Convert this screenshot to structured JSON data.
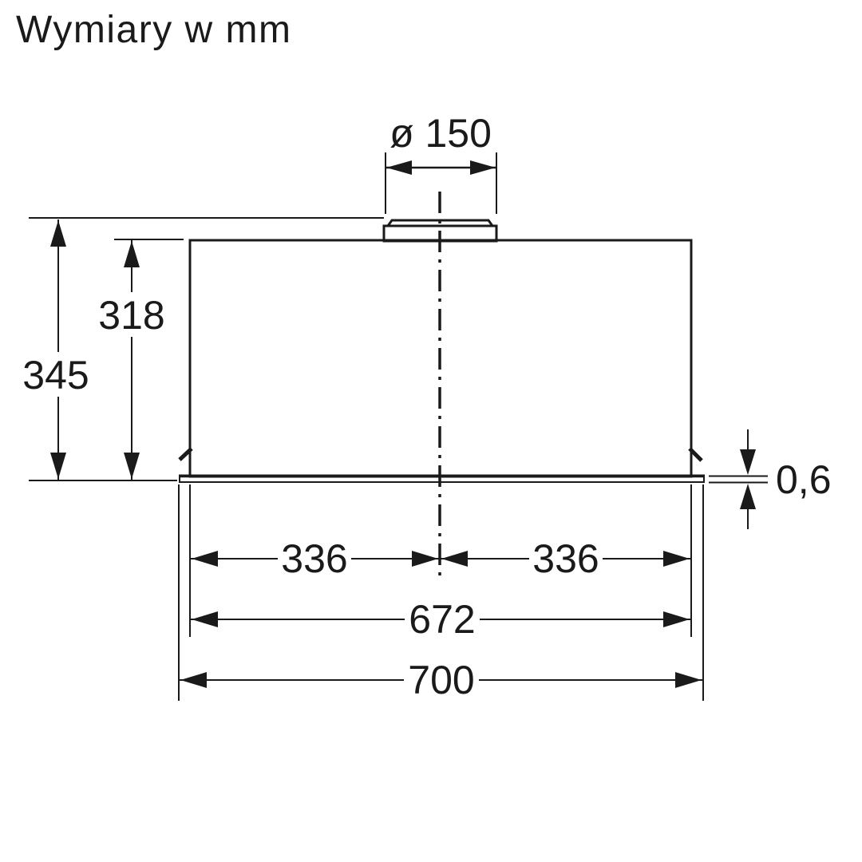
{
  "page": {
    "title": "Wymiary w mm",
    "background_color": "#ffffff",
    "line_color": "#1a1a1a"
  },
  "diagram": {
    "type": "technical-dimension-drawing",
    "subject": "built-in cooker hood, front elevation",
    "units": "mm",
    "dimensions": {
      "duct_diameter": {
        "label": "ø 150",
        "value": 150,
        "description": "air outlet spigot diameter"
      },
      "total_height": {
        "label": "345",
        "value": 345,
        "description": "overall height including duct collar"
      },
      "body_height": {
        "label": "318",
        "value": 318,
        "description": "canopy body height"
      },
      "panel_thickness": {
        "label": "0,6",
        "value": 0.6,
        "description": "bottom panel thickness"
      },
      "left_half_width": {
        "label": "336",
        "value": 336,
        "description": "body half width left of centerline"
      },
      "right_half_width": {
        "label": "336",
        "value": 336,
        "description": "body half width right of centerline"
      },
      "inner_width": {
        "label": "672",
        "value": 672,
        "description": "canopy body width"
      },
      "overall_width": {
        "label": "700",
        "value": 700,
        "description": "overall width of bottom panel"
      }
    }
  }
}
